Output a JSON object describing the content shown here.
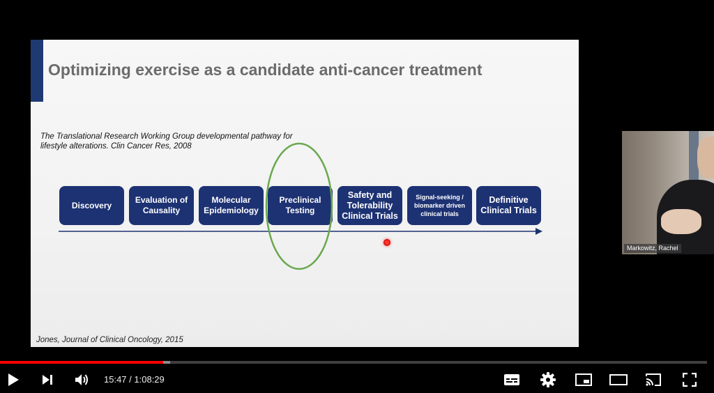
{
  "slide": {
    "title": "Optimizing exercise as a candidate anti-cancer treatment",
    "citation_line1": "The Translational Research Working Group developmental pathway for",
    "citation_line2": "lifestyle alterations. Clin Cancer Res, 2008",
    "steps": [
      {
        "line1": "Discovery",
        "line2": ""
      },
      {
        "line1": "Evaluation of",
        "line2": "Causality"
      },
      {
        "line1": "Molecular",
        "line2": "Epidemiology"
      },
      {
        "line1": "Preclinical",
        "line2": "Testing"
      },
      {
        "line1": "Safety and",
        "line2": "Tolerability",
        "line3": "Clinical Trials"
      },
      {
        "line1": "Signal-seeking /",
        "line2": "biomarker driven",
        "line3": "clinical trials"
      },
      {
        "line1": "Definitive",
        "line2": "Clinical Trials"
      }
    ],
    "source": "Jones, Journal of Clinical Oncology, 2015",
    "highlight_color": "#6aa84f",
    "step_color": "#1d3273"
  },
  "webcam": {
    "participant_name": "Markowitz, Rachel"
  },
  "player": {
    "current_time": "15:47",
    "separator": " / ",
    "duration": "1:08:29",
    "progress_fraction": 0.2304,
    "progress_color": "#ff0000",
    "icons": [
      "play-icon",
      "next-icon",
      "volume-icon",
      "subtitles-icon",
      "settings-icon",
      "miniplayer-icon",
      "theater-icon",
      "cast-icon",
      "fullscreen-icon"
    ]
  }
}
